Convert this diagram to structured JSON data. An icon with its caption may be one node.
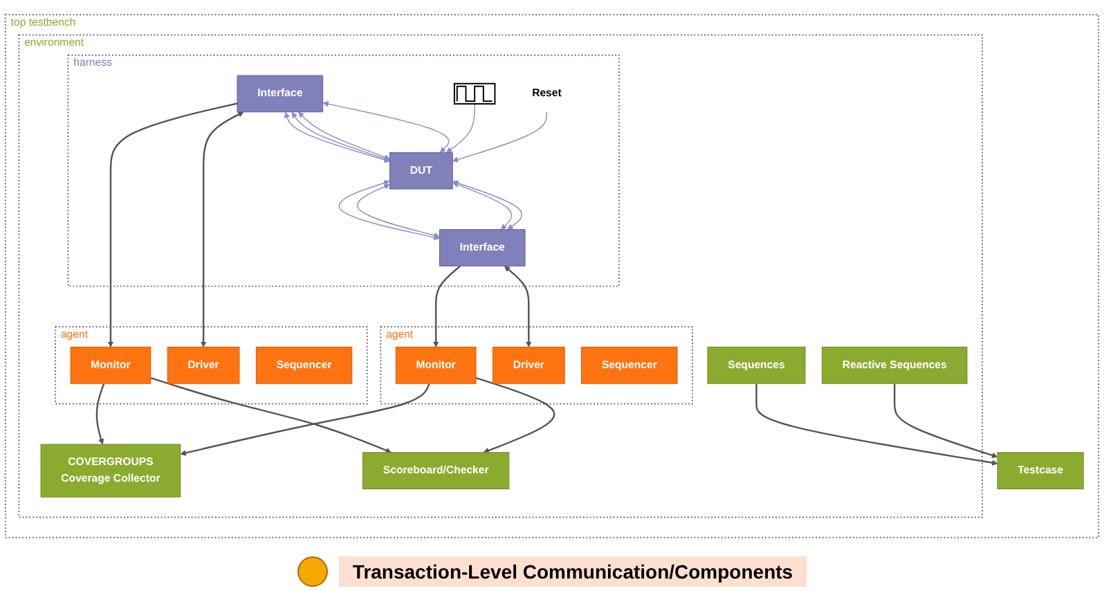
{
  "diagram": {
    "nodes": [
      {
        "text": [
          "top testbench"
        ]
      },
      {
        "text": [
          "Testcase"
        ],
        "in": 0
      },
      {
        "text": [
          "environment"
        ],
        "in": 0
      },
      {
        "text": [
          "Sequences"
        ],
        "in": 2
      },
      {
        "text": [
          "COVERGROUPS",
          "Coverage Collector"
        ],
        "in": 2
      },
      {
        "text": [
          "Scoreboard/Checker"
        ],
        "in": 2
      },
      {
        "text": [
          "Reactive Sequences"
        ],
        "in": 2
      },
      {
        "text": [
          "agent"
        ],
        "in": 2
      },
      {
        "text": [
          "Monitor"
        ],
        "in": 7
      },
      {
        "text": [
          "Sequencer"
        ],
        "in": 7
      },
      {
        "text": [
          "Driver"
        ],
        "in": 7
      },
      {
        "text": [
          "harness"
        ],
        "in": 2
      },
      {
        "text": [
          "Interface"
        ],
        "in": 11
      },
      {
        "text": [
          "DUT"
        ],
        "in": 11
      },
      {
        "text": [
          "Interface"
        ],
        "in": 11
      },
      {
        "text": [
          "agent"
        ],
        "in": 2
      },
      {
        "text": [
          "Monitor"
        ],
        "in": 15
      },
      {
        "text": [
          "Driver"
        ],
        "in": 15
      },
      {
        "text": [
          "Sequencer"
        ],
        "in": 15
      },
      {
        "text": [],
        "shape": "picture",
        "in": 11
      },
      {
        "text": [
          "Reset"
        ],
        "in": 11
      }
    ],
    "edges": [
      {
        "from": 3,
        "to": 1,
        "arrow": "to"
      },
      {
        "from": 6,
        "to": 1,
        "arrow": "to"
      },
      {
        "from": 8,
        "to": 4,
        "arrow": "to"
      },
      {
        "from": 8,
        "to": 5,
        "arrow": "to"
      },
      {
        "from": 16,
        "to": 4,
        "arrow": "to"
      },
      {
        "from": 16,
        "to": 5,
        "arrow": "to"
      },
      {
        "from": 12,
        "to": 8,
        "arrow": "to"
      },
      {
        "from": 12,
        "to": 10,
        "arrow": "both"
      },
      {
        "from": 14,
        "to": 16,
        "arrow": "to"
      },
      {
        "from": 14,
        "to": 17,
        "arrow": "both"
      },
      {
        "from": 12,
        "to": 13,
        "arrow": "both",
        "color": "#8c8cc4"
      },
      {
        "from": 12,
        "to": 13,
        "arrow": "both",
        "color": "#8c8cc4"
      },
      {
        "from": 12,
        "to": 13,
        "arrow": "both",
        "color": "#8c8cc4"
      },
      {
        "from": 12,
        "to": 13,
        "arrow": "both",
        "color": "#8c8cc4"
      },
      {
        "from": 13,
        "to": 14,
        "arrow": "both",
        "color": "#8c8cc4"
      },
      {
        "from": 13,
        "to": 14,
        "arrow": "both",
        "color": "#8c8cc4"
      },
      {
        "from": 13,
        "to": 14,
        "arrow": "both",
        "color": "#8c8cc4"
      },
      {
        "from": 13,
        "to": 14,
        "arrow": "both",
        "color": "#8c8cc4"
      },
      {
        "from": 19,
        "to": 13,
        "arrow": "to",
        "color": "#8c8cc4"
      },
      {
        "from": 20,
        "to": 13,
        "arrow": "to",
        "color": "#8c8cc4"
      }
    ],
    "legend": [
      {
        "text": "Transaction-Level Communication/Components",
        "color": "#f5a800"
      }
    ]
  }
}
